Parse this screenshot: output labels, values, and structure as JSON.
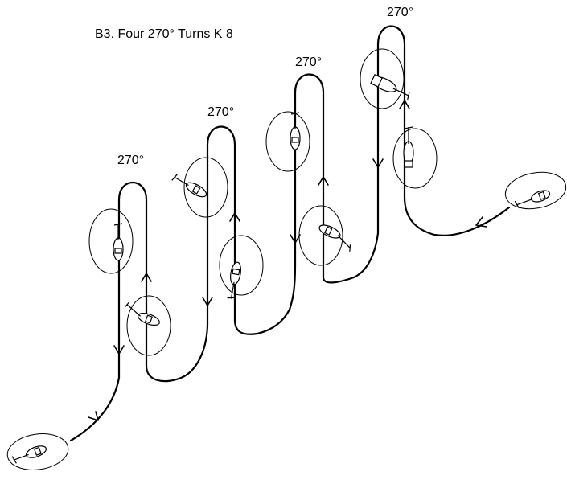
{
  "title": "B3.  Four 270° Turns K 8",
  "turn_labels": [
    "270°",
    "270°",
    "270°",
    "270°"
  ]
}
